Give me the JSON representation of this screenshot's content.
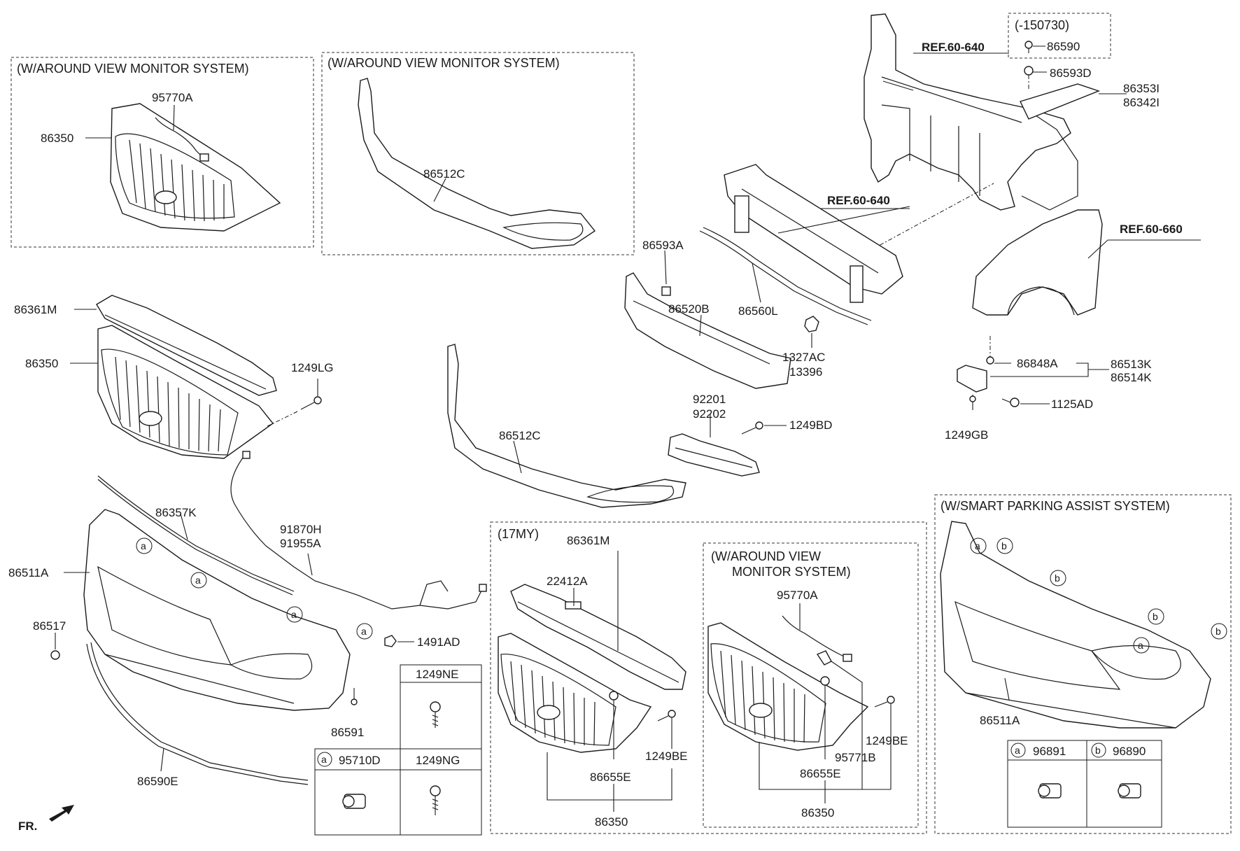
{
  "boxes": {
    "avm_grille_top": "(W/AROUND VIEW MONITOR SYSTEM)",
    "avm_bumper_top": "(W/AROUND VIEW MONITOR SYSTEM)",
    "version_bolt": "(-150730)",
    "my17": "(17MY)",
    "avm_grille_bottom_l1": "(W/AROUND VIEW",
    "avm_grille_bottom_l2": "MONITOR SYSTEM)",
    "spas": "(W/SMART PARKING ASSIST SYSTEM)"
  },
  "refs": {
    "ref1": "REF.60-640",
    "ref2": "REF.60-640",
    "ref3": "REF.60-660"
  },
  "labels": {
    "p95770A_top": "95770A",
    "p86350_top": "86350",
    "p86512C_top": "86512C",
    "p86590": "86590",
    "p86593D": "86593D",
    "p86353I": "86353I",
    "p86342I": "86342I",
    "p86593A": "86593A",
    "p86520B": "86520B",
    "p86560L": "86560L",
    "p1327AC": "1327AC",
    "p13396": "13396",
    "p86848A": "86848A",
    "p86513K": "86513K",
    "p86514K": "86514K",
    "p1125AD": "1125AD",
    "p1249GB": "1249GB",
    "p86361M_left": "86361M",
    "p86350_left": "86350",
    "p1249LG": "1249LG",
    "p86512C_mid": "86512C",
    "p92201": "92201",
    "p92202": "92202",
    "p1249BD": "1249BD",
    "p86357K": "86357K",
    "p91870H": "91870H",
    "p91955A": "91955A",
    "p86511A_left": "86511A",
    "p86517": "86517",
    "p1491AD": "1491AD",
    "p86591": "86591",
    "p86590E": "86590E",
    "p86361M_17": "86361M",
    "p22412A": "22412A",
    "p1249BE_17": "1249BE",
    "p86655E_17": "86655E",
    "p86350_17": "86350",
    "p95770A_bottom": "95770A",
    "p1249BE_avm": "1249BE",
    "p95771B": "95771B",
    "p86655E_avm": "86655E",
    "p86350_avm": "86350",
    "p86511A_right": "86511A",
    "fr": "FR."
  },
  "circle_marks": {
    "a": "a",
    "b": "b"
  },
  "tables": {
    "fasteners": {
      "h1249NE": "1249NE",
      "h95710D": "95710D",
      "h1249NG": "1249NG"
    },
    "sensors": {
      "h96891": "96891",
      "h96890": "96890"
    }
  }
}
